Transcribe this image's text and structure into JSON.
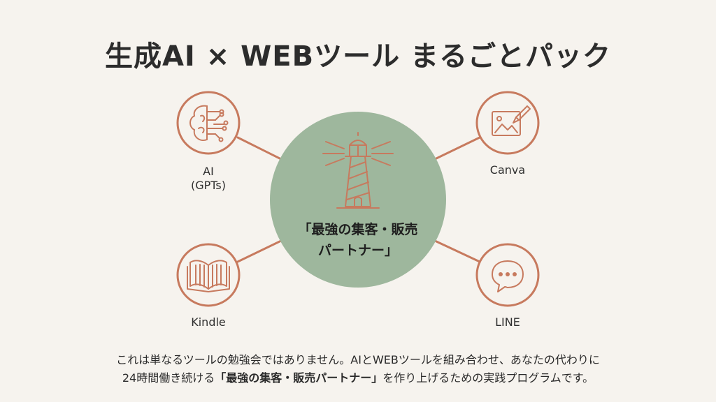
{
  "title": "生成AI × WEBツール まるごとパック",
  "center": {
    "line1": "「最強の集客・販売",
    "line2": "パートナー」",
    "icon": "lighthouse-icon"
  },
  "nodes": {
    "ai": {
      "line1": "AI",
      "line2": "(GPTs)",
      "icon": "brain-circuit-icon"
    },
    "canva": {
      "label": "Canva",
      "icon": "image-paintbrush-icon"
    },
    "kindle": {
      "label": "Kindle",
      "icon": "open-book-icon"
    },
    "line": {
      "label": "LINE",
      "icon": "chat-bubble-icon"
    }
  },
  "footer": {
    "line1": "これは単なるツールの勉強会ではありません。AIとWEBツールを組み合わせ、あなたの代わりに",
    "line2_pre": "24時間働き続ける",
    "line2_bold": "「最強の集客・販売パートナー」",
    "line2_post": "を作り上げるための実践プログラムです。"
  },
  "colors": {
    "background": "#f6f3ee",
    "accent": "#c77a5e",
    "center_fill": "#9eb79d"
  }
}
